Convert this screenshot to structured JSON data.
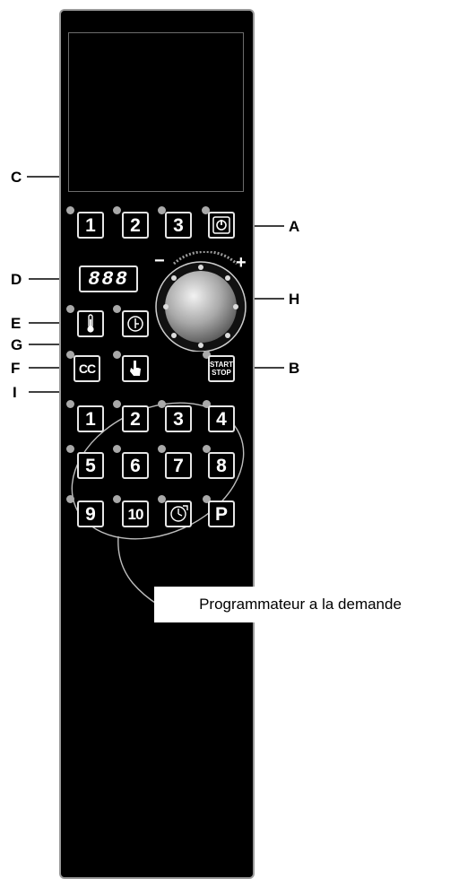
{
  "callouts": {
    "a": "A",
    "b": "B",
    "c": "C",
    "d": "D",
    "e": "E",
    "f": "F",
    "g": "G",
    "h": "H",
    "i": "I"
  },
  "top_buttons": [
    "1",
    "2",
    "3"
  ],
  "display_readout": "888",
  "dial": {
    "minus": "−",
    "plus": "+"
  },
  "cc_label": "CC",
  "start_stop": {
    "line1": "START",
    "line2": "STOP"
  },
  "program_keys": [
    "1",
    "2",
    "3",
    "4",
    "5",
    "6",
    "7",
    "8",
    "9",
    "10",
    "P"
  ],
  "caption": "Programmateur a la demande",
  "icons": {
    "power": "power-icon",
    "temperature": "thermometer-icon",
    "timer": "clock-icon",
    "core_probe": "probe-hand-icon",
    "delay": "delayed-start-clock-icon"
  },
  "colors": {
    "panel": "#000000",
    "key_border": "#e6e6e6",
    "indicator": "#a9a9a9"
  }
}
